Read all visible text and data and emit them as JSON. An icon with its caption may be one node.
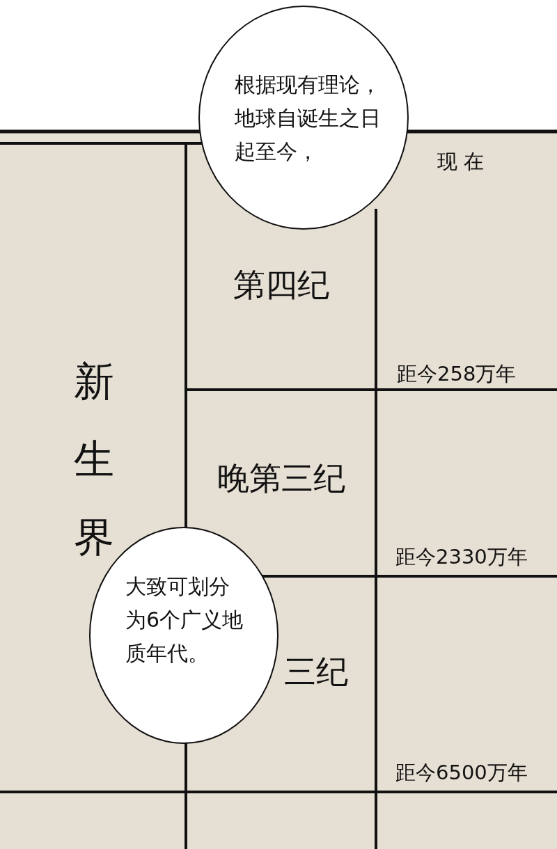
{
  "diagram": {
    "nodes": [
      {
        "text": [
          "根据现有理论，地球自诞生之日起至今，"
        ]
      },
      {
        "text": [
          "大致可划分为6个广义地质年代。"
        ]
      }
    ],
    "labels": [
      "新生界",
      "现 在",
      "第四纪",
      "距今258万年",
      "晚第三纪",
      "距今2330万年",
      "三纪",
      "距今6500万年"
    ]
  }
}
